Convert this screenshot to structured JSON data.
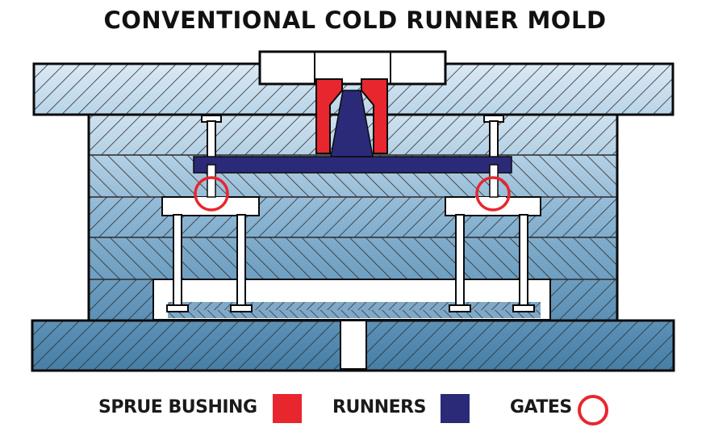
{
  "title": "CONVENTIONAL COLD RUNNER MOLD",
  "legend": [
    {
      "label": "SPRUE BUSHING",
      "kind": "square",
      "color": "#e8262e"
    },
    {
      "label": "RUNNERS",
      "kind": "square",
      "color": "#2b2a78"
    },
    {
      "label": "GATES",
      "kind": "circle",
      "color": "#e8262e"
    }
  ],
  "colors": {
    "plate_light": "#d8e8f4",
    "plate_mid": "#9fc3dc",
    "plate_dark": "#4f87ad",
    "outline": "#0a0a0a",
    "sprue": "#e8262e",
    "runner": "#2b2a78",
    "gate_ring": "#e8262e"
  },
  "icons": [
    "sprue-bushing-shape",
    "runner-channel-shape",
    "gate-ring-icon",
    "ejector-pin-shape"
  ]
}
